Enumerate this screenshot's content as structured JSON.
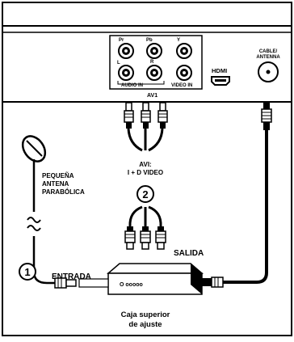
{
  "panel": {
    "connectors": {
      "pr": "Pr",
      "pb": "Pb",
      "y": "Y",
      "l": "L",
      "r": "R",
      "audio_in": "AUDIO IN",
      "video_in": "VIDEO IN",
      "hdmi": "HDMI",
      "cable_antenna_line1": "CABLE/",
      "cable_antenna_line2": "ANTENNA"
    },
    "av1_label": "AV1"
  },
  "cable_label": {
    "line1": "AVI:",
    "line2": "I + D VIDEO",
    "step": "2"
  },
  "dish": {
    "line1": "PEQUEÑA",
    "line2": "ANTENA",
    "line3": "PARABÓLICA"
  },
  "input": {
    "step": "1",
    "label": "ENTRADA"
  },
  "output_label": "SALIDA",
  "box": {
    "dots": "O ooooo",
    "caption_line1": "Caja superior",
    "caption_line2": "de ajuste"
  },
  "colors": {
    "frame": "#000000",
    "background": "#ffffff"
  }
}
